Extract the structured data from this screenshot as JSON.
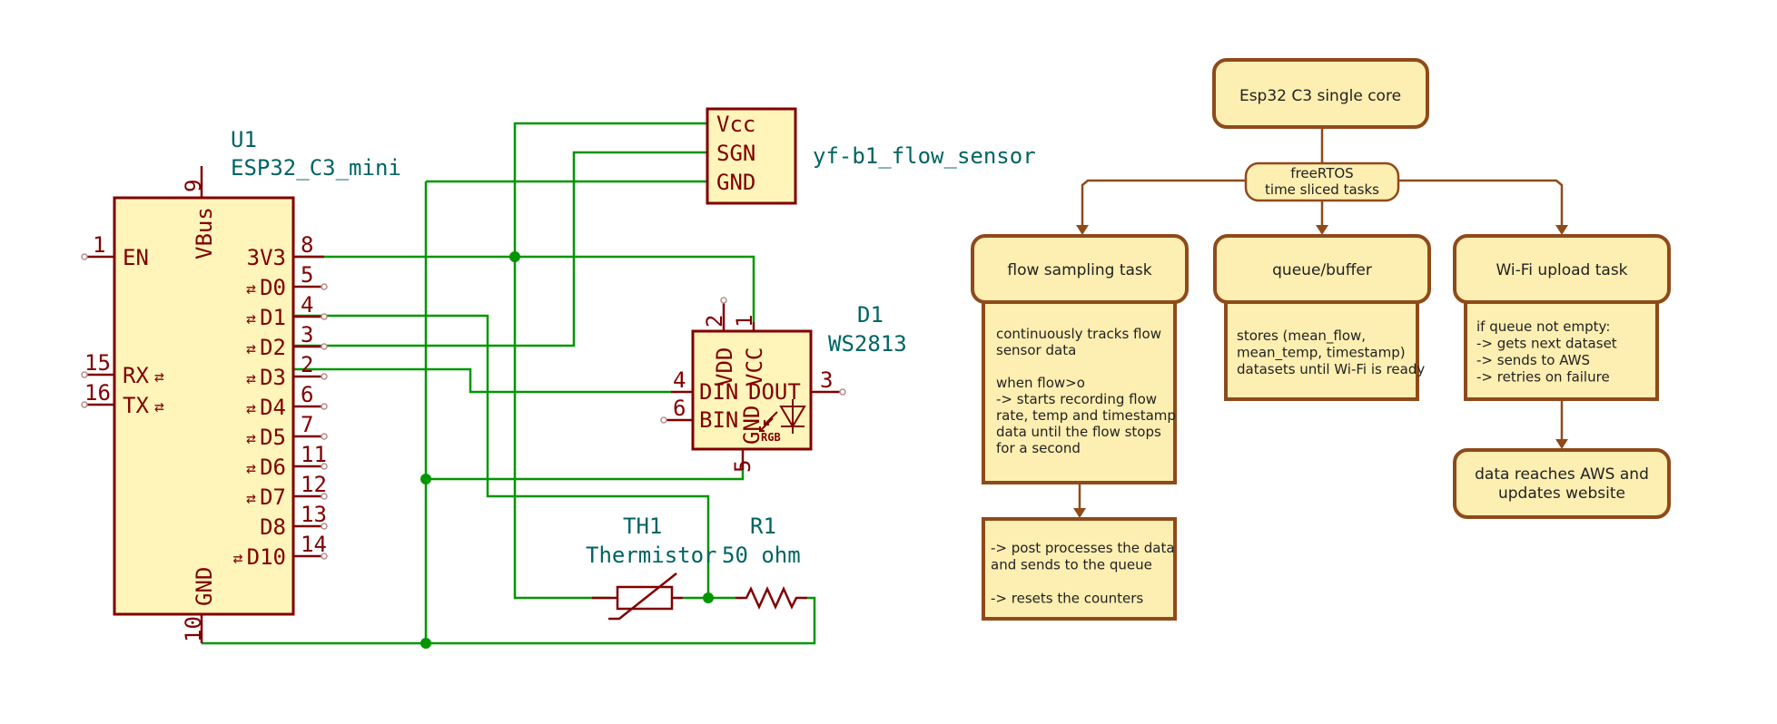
{
  "schematic": {
    "u1": {
      "ref": "U1",
      "value": "ESP32_C3_mini",
      "pins_left": [
        {
          "num": "1",
          "name": "EN"
        },
        {
          "num": "15",
          "name": "RX"
        },
        {
          "num": "16",
          "name": "TX"
        }
      ],
      "pins_right": [
        {
          "num": "8",
          "name": "3V3"
        },
        {
          "num": "5",
          "name": "D0"
        },
        {
          "num": "4",
          "name": "D1"
        },
        {
          "num": "3",
          "name": "D2"
        },
        {
          "num": "2",
          "name": "D3"
        },
        {
          "num": "6",
          "name": "D4"
        },
        {
          "num": "7",
          "name": "D5"
        },
        {
          "num": "11",
          "name": "D6"
        },
        {
          "num": "12",
          "name": "D7"
        },
        {
          "num": "13",
          "name": "D8"
        },
        {
          "num": "14",
          "name": "D10"
        }
      ],
      "pin_top": {
        "num": "9",
        "name": "VBus"
      },
      "pin_bottom": {
        "num": "10",
        "name": "GND"
      }
    },
    "flow_sensor": {
      "value": "yf-b1_flow_sensor",
      "pins": [
        "Vcc",
        "SGN",
        "GND"
      ]
    },
    "d1": {
      "ref": "D1",
      "value": "WS2813",
      "pin_vdd": {
        "num": "2",
        "name": "VDD"
      },
      "pin_vcc": {
        "num": "1",
        "name": "VCC"
      },
      "pin_din": {
        "num": "4",
        "name": "DIN"
      },
      "pin_bin": {
        "num": "6",
        "name": "BIN"
      },
      "pin_dout": {
        "num": "3",
        "name": "DOUT"
      },
      "pin_gnd": {
        "num": "5",
        "name": "GND"
      },
      "rgb": "RGB"
    },
    "th1": {
      "ref": "TH1",
      "value": "Thermistor"
    },
    "r1": {
      "ref": "R1",
      "value": "50 ohm"
    }
  },
  "flowchart": {
    "top": "Esp32 C3 single core",
    "rtos_line1": "freeRTOS",
    "rtos_line2": "time sliced tasks",
    "task_flow": {
      "title": "flow sampling task",
      "body": [
        "continuously tracks flow",
        "sensor data",
        "",
        "when flow>o",
        "-> starts recording flow",
        "rate, temp and timestamp",
        "data until the flow stops",
        "for a second"
      ]
    },
    "task_post": {
      "body": [
        "-> post processes the data",
        "and sends to the queue",
        "",
        "-> resets the counters"
      ]
    },
    "task_queue": {
      "title": "queue/buffer",
      "body": [
        "stores (mean_flow,",
        "mean_temp, timestamp)",
        "datasets until Wi-Fi is ready"
      ]
    },
    "task_wifi": {
      "title": "Wi-Fi upload task",
      "body": [
        "if queue not empty:",
        "-> gets next dataset",
        "-> sends to AWS",
        "-> retries on failure"
      ]
    },
    "final_line1": "data reaches AWS and",
    "final_line2": "updates website"
  }
}
